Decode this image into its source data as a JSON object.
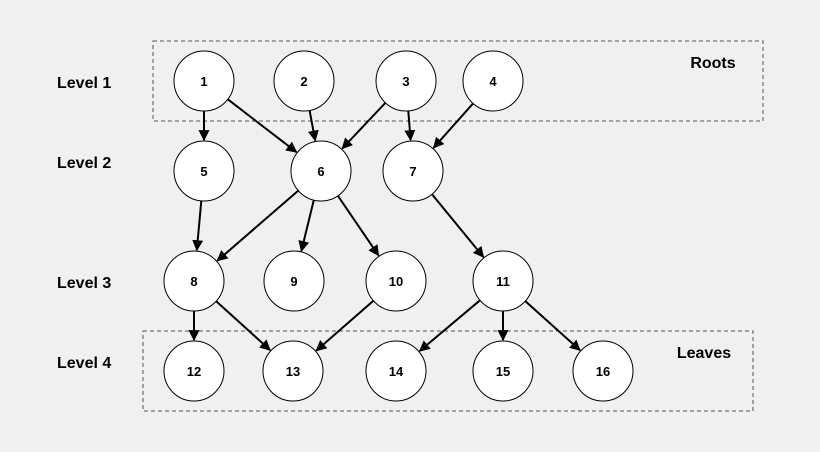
{
  "levels": [
    "Level 1",
    "Level 2",
    "Level 3",
    "Level 4"
  ],
  "groups": {
    "roots": "Roots",
    "leaves": "Leaves"
  },
  "nodes": [
    "1",
    "2",
    "3",
    "4",
    "5",
    "6",
    "7",
    "8",
    "9",
    "10",
    "11",
    "12",
    "13",
    "14",
    "15",
    "16"
  ],
  "edges": [
    [
      "1",
      "5"
    ],
    [
      "1",
      "6"
    ],
    [
      "2",
      "6"
    ],
    [
      "3",
      "6"
    ],
    [
      "3",
      "7"
    ],
    [
      "4",
      "7"
    ],
    [
      "5",
      "8"
    ],
    [
      "6",
      "8"
    ],
    [
      "6",
      "9"
    ],
    [
      "6",
      "10"
    ],
    [
      "7",
      "11"
    ],
    [
      "8",
      "12"
    ],
    [
      "8",
      "13"
    ],
    [
      "10",
      "13"
    ],
    [
      "11",
      "14"
    ],
    [
      "11",
      "15"
    ],
    [
      "11",
      "16"
    ]
  ]
}
